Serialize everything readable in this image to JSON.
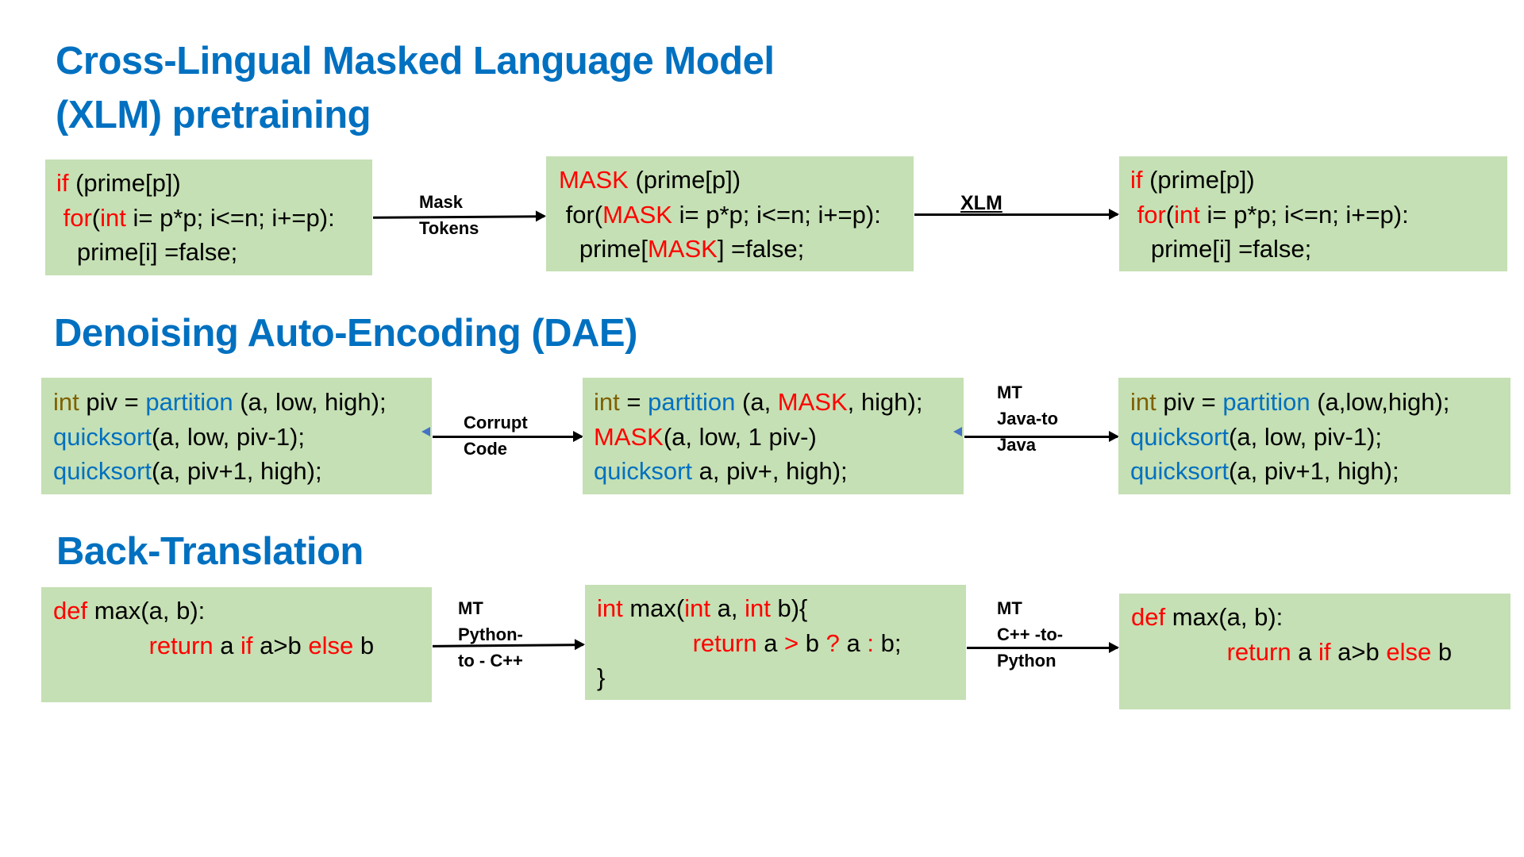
{
  "sections": {
    "xlm": {
      "title_line1": "Cross-Lingual Masked Language Model",
      "title_line2": "(XLM) pretraining",
      "boxes": [
        {
          "lines": [
            [
              {
                "t": "if",
                "c": "red"
              },
              {
                "t": " (prime[p])",
                "c": "black"
              }
            ],
            [
              {
                "t": " for",
                "c": "red"
              },
              {
                "t": "(",
                "c": "black"
              },
              {
                "t": "int",
                "c": "red"
              },
              {
                "t": " i= p*p; i<=n; i+=p):",
                "c": "black"
              }
            ],
            [
              {
                "t": "   prime[i] =false;",
                "c": "black"
              }
            ]
          ]
        },
        {
          "lines": [
            [
              {
                "t": "MASK",
                "c": "red"
              },
              {
                "t": " (prime[p])",
                "c": "black"
              }
            ],
            [
              {
                "t": " for(",
                "c": "black"
              },
              {
                "t": "MASK",
                "c": "red"
              },
              {
                "t": " i= p*p; i<=n; i+=p):",
                "c": "black"
              }
            ],
            [
              {
                "t": "   prime[",
                "c": "black"
              },
              {
                "t": "MASK",
                "c": "red"
              },
              {
                "t": "] =false;",
                "c": "black"
              }
            ]
          ]
        },
        {
          "lines": [
            [
              {
                "t": "if",
                "c": "red"
              },
              {
                "t": " (prime[p])",
                "c": "black"
              }
            ],
            [
              {
                "t": " for",
                "c": "red"
              },
              {
                "t": "(",
                "c": "black"
              },
              {
                "t": "int",
                "c": "red"
              },
              {
                "t": " i= p*p; i<=n; i+=p):",
                "c": "black"
              }
            ],
            [
              {
                "t": "   prime[i] =false;",
                "c": "black"
              }
            ]
          ]
        }
      ],
      "arrows": [
        {
          "label": "Mask\nTokens"
        },
        {
          "label": "XLM"
        }
      ]
    },
    "dae": {
      "title": "Denoising Auto-Encoding (DAE)",
      "boxes": [
        {
          "lines": [
            [
              {
                "t": "int",
                "c": "olive"
              },
              {
                "t": " piv = ",
                "c": "black"
              },
              {
                "t": "partition",
                "c": "blue"
              },
              {
                "t": " (a, low, high);",
                "c": "black"
              }
            ],
            [
              {
                "t": "quicksort",
                "c": "blue"
              },
              {
                "t": "(a, low, piv-1);",
                "c": "black"
              }
            ],
            [
              {
                "t": "quicksort",
                "c": "blue"
              },
              {
                "t": "(a, piv+1, high);",
                "c": "black"
              }
            ]
          ]
        },
        {
          "lines": [
            [
              {
                "t": "int",
                "c": "olive"
              },
              {
                "t": " = ",
                "c": "black"
              },
              {
                "t": "partition",
                "c": "blue"
              },
              {
                "t": " (a, ",
                "c": "black"
              },
              {
                "t": "MASK",
                "c": "red"
              },
              {
                "t": ", high);",
                "c": "black"
              }
            ],
            [
              {
                "t": "MASK",
                "c": "red"
              },
              {
                "t": "(a, low, 1 piv-)",
                "c": "black"
              }
            ],
            [
              {
                "t": "quicksort",
                "c": "blue"
              },
              {
                "t": " a, piv+, high);",
                "c": "black"
              }
            ]
          ]
        },
        {
          "lines": [
            [
              {
                "t": "int",
                "c": "olive"
              },
              {
                "t": " piv = ",
                "c": "black"
              },
              {
                "t": "partition",
                "c": "blue"
              },
              {
                "t": " (a,low,high);",
                "c": "black"
              }
            ],
            [
              {
                "t": "quicksort",
                "c": "blue"
              },
              {
                "t": "(a, low, piv-1);",
                "c": "black"
              }
            ],
            [
              {
                "t": "quicksort",
                "c": "blue"
              },
              {
                "t": "(a, piv+1, high);",
                "c": "black"
              }
            ]
          ]
        }
      ],
      "arrows": [
        {
          "label": "Corrupt\nCode"
        },
        {
          "label": "MT\nJava-to\nJava"
        }
      ]
    },
    "bt": {
      "title": "Back-Translation",
      "boxes": [
        {
          "lines": [
            [
              {
                "t": "def",
                "c": "red"
              },
              {
                "t": " max(a, b):",
                "c": "black"
              }
            ],
            [
              {
                "t": "              ",
                "c": "black"
              },
              {
                "t": "return",
                "c": "red"
              },
              {
                "t": " a ",
                "c": "black"
              },
              {
                "t": "if",
                "c": "red"
              },
              {
                "t": " a>b ",
                "c": "black"
              },
              {
                "t": "else",
                "c": "red"
              },
              {
                "t": " b",
                "c": "black"
              }
            ]
          ]
        },
        {
          "lines": [
            [
              {
                "t": "int",
                "c": "red"
              },
              {
                "t": " max(",
                "c": "black"
              },
              {
                "t": "int",
                "c": "red"
              },
              {
                "t": " a, ",
                "c": "black"
              },
              {
                "t": "int",
                "c": "red"
              },
              {
                "t": " b){",
                "c": "black"
              }
            ],
            [
              {
                "t": "              ",
                "c": "black"
              },
              {
                "t": "return",
                "c": "red"
              },
              {
                "t": " a ",
                "c": "black"
              },
              {
                "t": ">",
                "c": "red"
              },
              {
                "t": " b ",
                "c": "black"
              },
              {
                "t": "?",
                "c": "red"
              },
              {
                "t": " a ",
                "c": "black"
              },
              {
                "t": ":",
                "c": "red"
              },
              {
                "t": " b;",
                "c": "black"
              }
            ],
            [
              {
                "t": "}",
                "c": "black"
              }
            ]
          ]
        },
        {
          "lines": [
            [
              {
                "t": "def",
                "c": "red"
              },
              {
                "t": " max(a, b):",
                "c": "black"
              }
            ],
            [
              {
                "t": "              ",
                "c": "black"
              },
              {
                "t": "return",
                "c": "red"
              },
              {
                "t": " a ",
                "c": "black"
              },
              {
                "t": "if",
                "c": "red"
              },
              {
                "t": " a>b ",
                "c": "black"
              },
              {
                "t": "else",
                "c": "red"
              },
              {
                "t": " b",
                "c": "black"
              }
            ]
          ]
        }
      ],
      "arrows": [
        {
          "label": "MT\nPython-\nto - C++"
        },
        {
          "label": "MT\nC++ -to-\nPython"
        }
      ]
    }
  },
  "colors": {
    "title": "#0070c0",
    "box_fill": "#c5e0b4",
    "red": "#ff0000",
    "olive": "#7f6000",
    "blue": "#0070c0",
    "black": "#000000"
  }
}
